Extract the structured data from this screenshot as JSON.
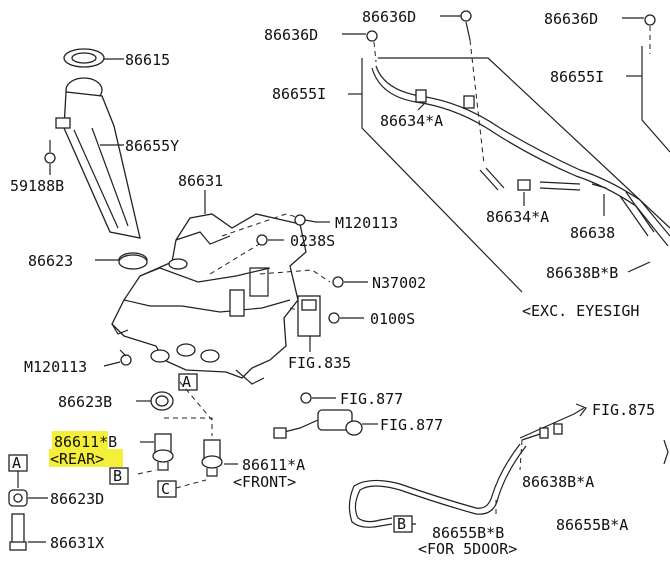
{
  "labels": {
    "p86615": "86615",
    "p86655Y": "86655Y",
    "p59188B": "59188B",
    "p86631": "86631",
    "p86623": "86623",
    "pM120113_top": "M120113",
    "p0238S": "0238S",
    "pN37002": "N37002",
    "p0100S": "0100S",
    "pFIG835": "FIG.835",
    "pM120113_left": "M120113",
    "p86623B": "86623B",
    "pFIG877_a": "FIG.877",
    "pFIG877_b": "FIG.877",
    "p86611B": "86611*B",
    "pREAR": "<REAR>",
    "p86611A": "86611*A",
    "pFRONT": "<FRONT>",
    "p86623D": "86623D",
    "p86631X": "86631X",
    "p86636D_a": "86636D",
    "p86636D_b": "86636D",
    "p86636D_c": "86636D",
    "p86655I_a": "86655I",
    "p86655I_b": "86655I",
    "p86634A_a": "86634*A",
    "p86634A_b": "86634*A",
    "p86638": "86638",
    "p86638BB": "86638B*B",
    "pEXC": "<EXC. EYESIGH",
    "pFIG875": "FIG.875",
    "p86638BA": "86638B*A",
    "p86655BB": "86655B*B",
    "p86655BA": "86655B*A",
    "pFOR5DOOR": "<FOR 5DOOR>"
  },
  "callouts": {
    "A_tank": "A",
    "A_left": "A",
    "B_left": "B",
    "B_bottom": "B",
    "C_left": "C"
  },
  "highlight_color": "#f5ef3a"
}
